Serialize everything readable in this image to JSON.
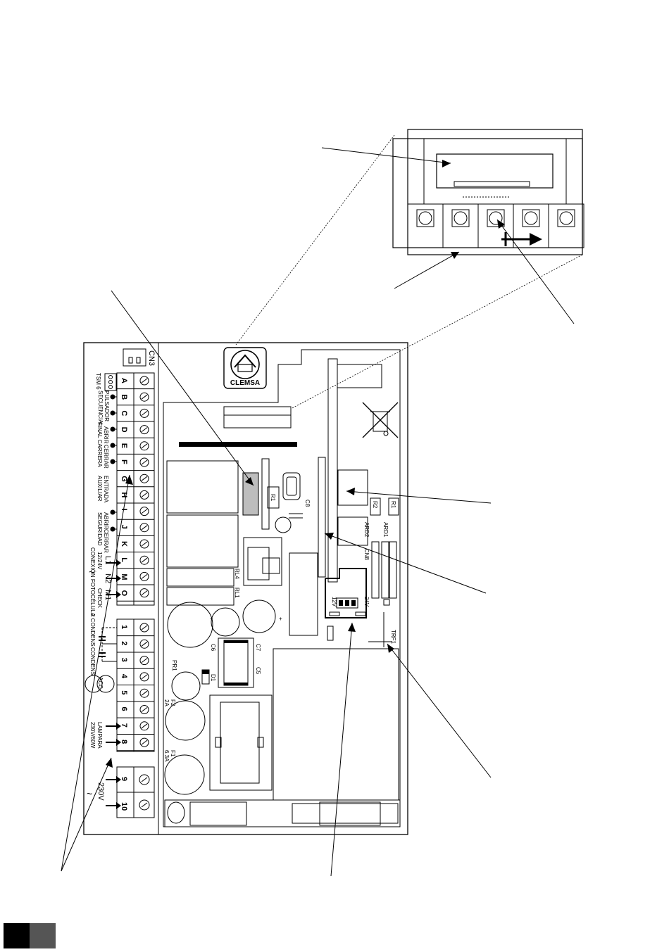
{
  "brand": {
    "name": "CLEMSA"
  },
  "connectors": {
    "cn3": "CN3",
    "cn8": "CN8",
    "tsm6": "TSM 6"
  },
  "terminals_top": [
    "A",
    "B",
    "C",
    "D",
    "E",
    "F",
    "G",
    "H",
    "I",
    "J",
    "K",
    "L",
    "M",
    "O"
  ],
  "terminals_bottom": [
    "1",
    "2",
    "3",
    "4",
    "5",
    "6",
    "7",
    "8"
  ],
  "terminals_power": [
    "9",
    "10"
  ],
  "labels": {
    "pulsador": "PULSADOR",
    "secuencial": "SECUENCIAL",
    "final_carrera": "FINAL CARRERA",
    "abrir_1": "ABRIR",
    "cerrar_1": "CERRAR",
    "entrada": "ENTRADA",
    "auxiliar": "AUXILIAR",
    "seguridad": "SEGURIDAD",
    "abrir_2": "ABRIR",
    "cerrar_2": "CERRAR",
    "l1": "L1",
    "n2": "N2",
    "m1": "M1",
    "v12_24": "12/24V",
    "check": "CHECK",
    "conexion_fotocelula": "CONEXIÓN FOTOCÉLULA",
    "condens_2": "2 CONDENS",
    "condens": "CONDENS",
    "acc": "ACC",
    "lampara": "LAMPARA",
    "lampara_rating": "230V/60W",
    "mains": "230V"
  },
  "components": {
    "c8": "C8",
    "r1_board": "R1",
    "r2": "R2",
    "r1_right": "R1",
    "ard1": "ARD1",
    "ard2": "ARD2",
    "rl4": "RL4",
    "rl1": "RL1",
    "trf1": "TRF1",
    "c6": "C6",
    "c7": "C7",
    "c5": "C5",
    "pr1": "PR1",
    "d1": "D1",
    "f2": "F2",
    "f2_rating": "2A",
    "f1": "F1",
    "f1_rating": "6.3A",
    "v12": "12V",
    "v24": "24V"
  },
  "icons": [
    "home-logo-icon",
    "crossed-bin-icon",
    "arrow-icon"
  ]
}
